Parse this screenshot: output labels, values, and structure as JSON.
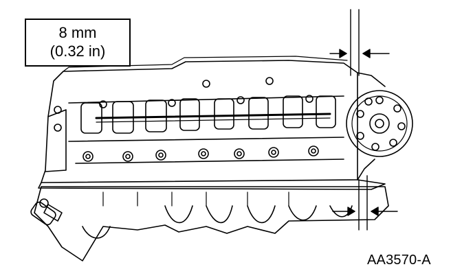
{
  "callout": {
    "metric": "8 mm",
    "imperial": "(0.32 in)"
  },
  "reference_code": "AA3570-A",
  "illustration": {
    "subject": "cylinder-head-camshaft-assembly",
    "line_color": "#000000",
    "background": "#ffffff"
  }
}
